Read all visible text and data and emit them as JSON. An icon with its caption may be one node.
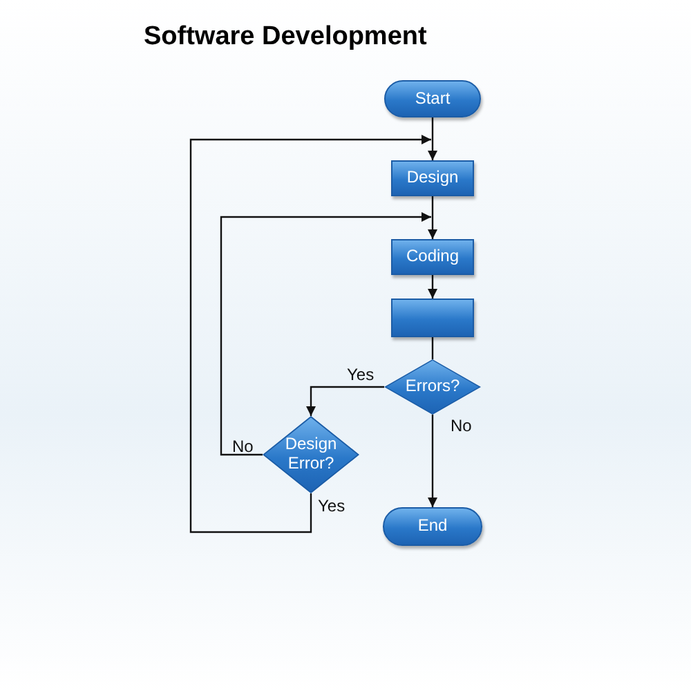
{
  "diagram": {
    "title": "Software Development",
    "nodes": [
      {
        "text": [
          "Start"
        ]
      },
      {
        "text": [
          "Design"
        ]
      },
      {
        "text": [
          "Coding"
        ]
      },
      {
        "text": [],
        "shape": "box"
      },
      {
        "text": [
          "Errors?"
        ]
      },
      {
        "text": [
          "Design Error?"
        ]
      },
      {
        "text": [
          "End"
        ]
      }
    ],
    "edges": [
      {
        "from": 0,
        "to": 1,
        "arrow": "to"
      },
      {
        "from": 1,
        "to": 2,
        "arrow": "to"
      },
      {
        "from": 2,
        "to": 3,
        "arrow": "to"
      },
      {
        "from": 3,
        "to": 4,
        "arrow": "none"
      },
      {
        "from": 4,
        "to": 5,
        "arrow": "to",
        "label": "Yes"
      },
      {
        "from": 4,
        "to": 6,
        "arrow": "to",
        "label": "No"
      },
      {
        "from": 5,
        "to": 2,
        "arrow": "to",
        "label": "No"
      },
      {
        "from": 5,
        "to": 1,
        "arrow": "to",
        "label": "Yes"
      }
    ]
  }
}
